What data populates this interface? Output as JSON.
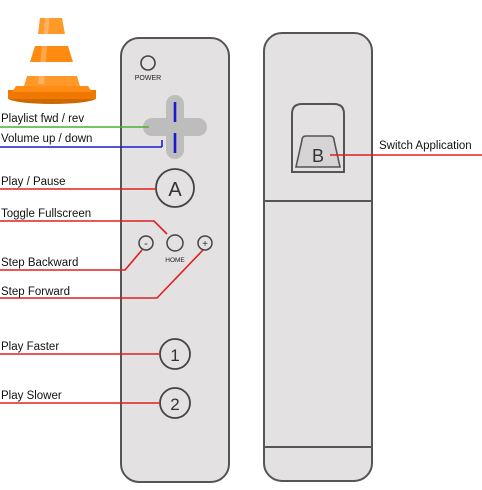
{
  "labels": {
    "playlist": "Playlist fwd / rev",
    "volume": "Volume up / down",
    "play_pause": "Play / Pause",
    "fullscreen": "Toggle Fullscreen",
    "step_back": "Step Backward",
    "step_fwd": "Step Forward",
    "faster": "Play Faster",
    "slower": "Play Slower",
    "switch_app": "Switch Application"
  },
  "remote": {
    "power": "POWER",
    "a": "A",
    "home": "HOME",
    "minus": "-",
    "plus": "+",
    "one": "1",
    "two": "2",
    "b": "B"
  },
  "logo": "vlc-cone-icon",
  "colors": {
    "callout": "#e02020",
    "playlist_line": "#4caf30",
    "volume_line": "#1a1ad0",
    "remote_fill": "#e3e1e1",
    "remote_outline": "#555555",
    "cone_orange": "#ff8800"
  }
}
